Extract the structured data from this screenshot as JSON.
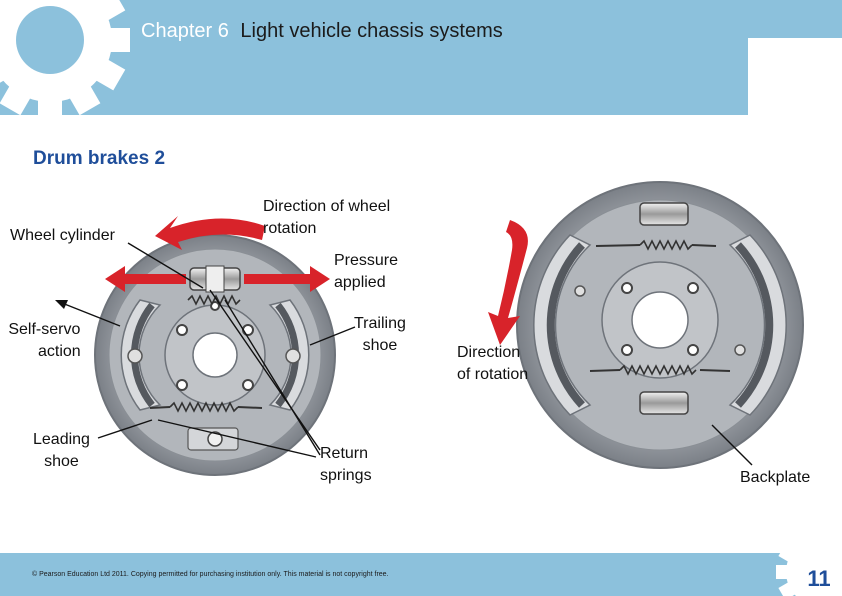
{
  "header": {
    "chapter_number": "Chapter 6",
    "chapter_name": "Light vehicle chassis systems"
  },
  "slide": {
    "title": "Drum brakes 2"
  },
  "labels": {
    "wheel_cylinder": "Wheel cylinder",
    "direction_of_wheel_rotation_1": "Direction of wheel",
    "direction_of_wheel_rotation_2": "rotation",
    "pressure_applied_1": "Pressure",
    "pressure_applied_2": "applied",
    "self_servo_1": "Self-servo",
    "self_servo_2": "action",
    "trailing_shoe_1": "Trailing",
    "trailing_shoe_2": "shoe",
    "leading_shoe_1": "Leading",
    "leading_shoe_2": "shoe",
    "return_springs_1": "Return",
    "return_springs_2": "springs",
    "direction_of_rotation_1": "Direction",
    "direction_of_rotation_2": "of rotation",
    "backplate": "Backplate"
  },
  "footer": {
    "copyright": "© Pearson Education Ltd 2011. Copying permitted for purchasing institution only. This material is not copyright free.",
    "page_number": "11"
  },
  "colors": {
    "header_blue": "#8cc1dc",
    "title_blue": "#1f4e9a",
    "arrow_red": "#d8232a",
    "drum_gray": "#9a9fa5"
  }
}
